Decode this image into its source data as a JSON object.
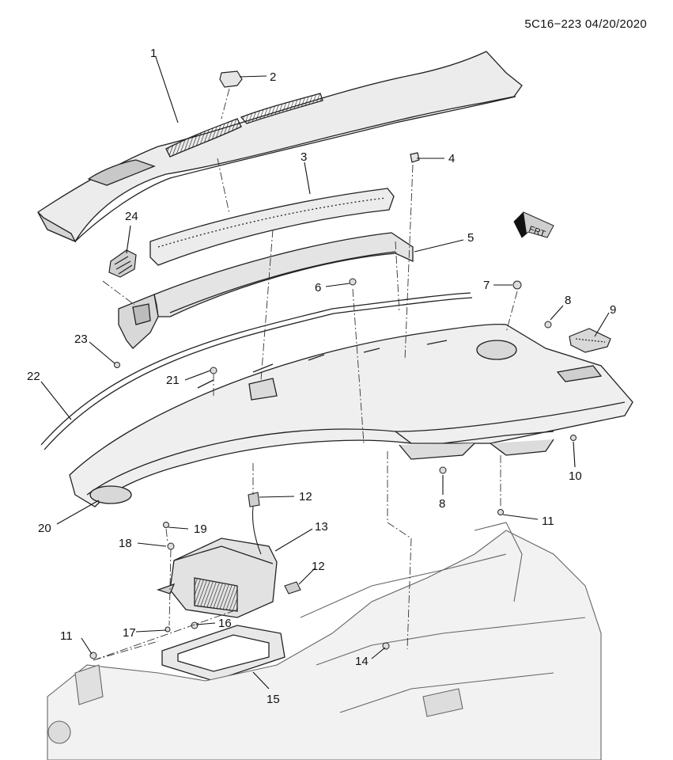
{
  "header": {
    "code": "5C16−223  04/20/2020"
  },
  "orientation": {
    "label": "FRT"
  },
  "callouts": [
    {
      "id": "c1",
      "text": "1"
    },
    {
      "id": "c2",
      "text": "2"
    },
    {
      "id": "c3",
      "text": "3"
    },
    {
      "id": "c4",
      "text": "4"
    },
    {
      "id": "c5",
      "text": "5"
    },
    {
      "id": "c6",
      "text": "6"
    },
    {
      "id": "c7",
      "text": "7"
    },
    {
      "id": "c8a",
      "text": "8"
    },
    {
      "id": "c9",
      "text": "9"
    },
    {
      "id": "c23",
      "text": "23"
    },
    {
      "id": "c24",
      "text": "24"
    },
    {
      "id": "c22",
      "text": "22"
    },
    {
      "id": "c21",
      "text": "21"
    },
    {
      "id": "c20",
      "text": "20"
    },
    {
      "id": "c19",
      "text": "19"
    },
    {
      "id": "c12a",
      "text": "12"
    },
    {
      "id": "c8b",
      "text": "8"
    },
    {
      "id": "c10",
      "text": "10"
    },
    {
      "id": "c11a",
      "text": "11"
    },
    {
      "id": "c18",
      "text": "18"
    },
    {
      "id": "c13",
      "text": "13"
    },
    {
      "id": "c12b",
      "text": "12"
    },
    {
      "id": "c17",
      "text": "17"
    },
    {
      "id": "c16",
      "text": "16"
    },
    {
      "id": "c11b",
      "text": "11"
    },
    {
      "id": "c14",
      "text": "14"
    },
    {
      "id": "c15",
      "text": "15"
    }
  ]
}
